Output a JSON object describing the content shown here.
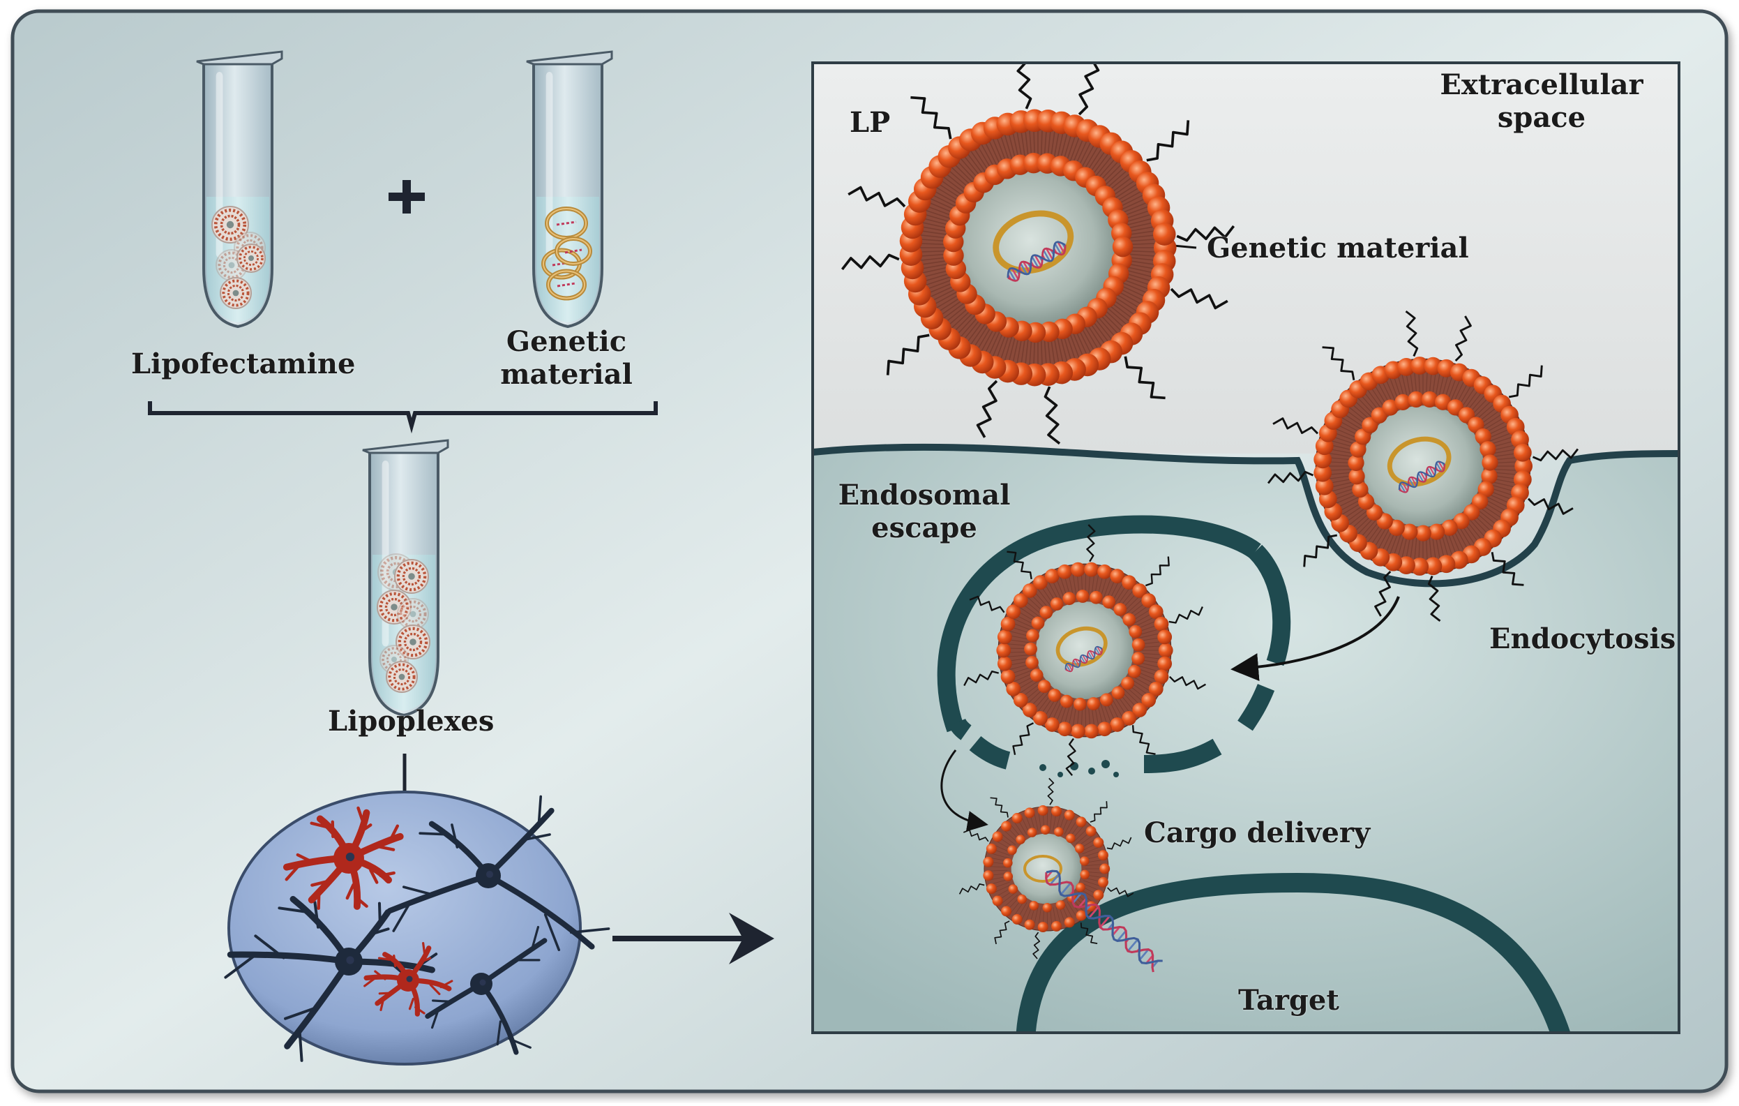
{
  "left_panel": {
    "tube_1_label": "Lipofectamine",
    "plus_sign": "+",
    "tube_2_label_line1": "Genetic",
    "tube_2_label_line2": "material",
    "tube_3_label": "Lipoplexes"
  },
  "right_panel": {
    "lp_label": "LP",
    "extracellular_line1": "Extracellular",
    "extracellular_line2": "space",
    "genetic_material_callout": "Genetic material",
    "endosomal_line1": "Endosomal",
    "endosomal_line2": "escape",
    "endocytosis_label": "Endocytosis",
    "cargo_delivery_label": "Cargo delivery",
    "target_label": "Target"
  },
  "colors": {
    "frame_bg": "#c9d6d8",
    "lipid_head": "#e0531c",
    "lipid_body": "#8a4a3a",
    "membrane": "#23414a",
    "extracellular_bg": "#e6e8e8",
    "intracellular_bg": "#b7cccc",
    "neuron_red": "#b0281c",
    "neuron_dark": "#1e2a3c"
  }
}
